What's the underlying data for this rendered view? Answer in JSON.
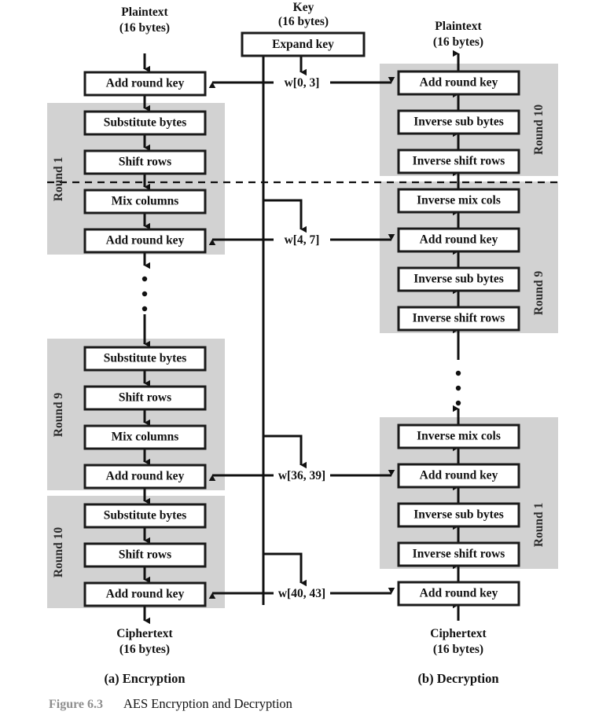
{
  "figure": {
    "caption_number": "Figure 6.3",
    "caption_title": "AES Encryption and Decryption",
    "panel_a_label": "(a) Encryption",
    "panel_b_label": "(b) Decryption"
  },
  "colors": {
    "round_band": "#d2d2d2",
    "box_fill": "#ffffff",
    "stroke": "#111111",
    "caption_number": "#8e8e8e"
  },
  "key_schedule": {
    "title_line1": "Key",
    "title_line2": "(16 bytes)",
    "expand_box": "Expand key",
    "words": [
      {
        "label": "w[0, 3]"
      },
      {
        "label": "w[4, 7]"
      },
      {
        "label": "w[36, 39]"
      },
      {
        "label": "w[40, 43]"
      }
    ]
  },
  "encryption": {
    "input_line1": "Plaintext",
    "input_line2": "(16 bytes)",
    "output_line1": "Ciphertext",
    "output_line2": "(16 bytes)",
    "initial_step": "Add round key",
    "rounds": [
      {
        "name": "Round 1",
        "steps": [
          "Substitute bytes",
          "Shift rows",
          "Mix columns",
          "Add round key"
        ]
      },
      {
        "name": "Round 9",
        "steps": [
          "Substitute bytes",
          "Shift rows",
          "Mix columns",
          "Add round key"
        ]
      },
      {
        "name": "Round 10",
        "steps": [
          "Substitute bytes",
          "Shift rows",
          "Add round key"
        ]
      }
    ]
  },
  "decryption": {
    "output_line1": "Plaintext",
    "output_line2": "(16 bytes)",
    "input_line1": "Ciphertext",
    "input_line2": "(16 bytes)",
    "initial_step": "Add round key",
    "rounds": [
      {
        "name": "Round 10",
        "steps": [
          "Add round key",
          "Inverse sub bytes",
          "Inverse shift rows"
        ]
      },
      {
        "name": "Round 9",
        "steps": [
          "Inverse mix cols",
          "Add round key",
          "Inverse sub bytes",
          "Inverse shift rows"
        ]
      },
      {
        "name": "Round 1",
        "steps": [
          "Inverse mix cols",
          "Add round key",
          "Inverse sub bytes",
          "Inverse shift rows"
        ]
      }
    ]
  }
}
